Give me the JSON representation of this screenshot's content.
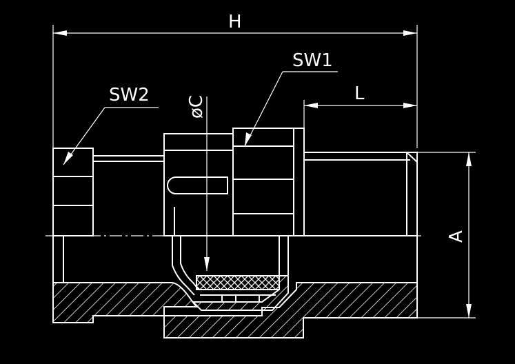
{
  "labels": {
    "overall_length": "H",
    "thread_length": "L",
    "wrench_size_1": "SW1",
    "wrench_size_2": "SW2",
    "cable_diameter": "øC",
    "thread_diameter": "A"
  },
  "colors": {
    "background": "#000000",
    "line": "#ffffff"
  }
}
